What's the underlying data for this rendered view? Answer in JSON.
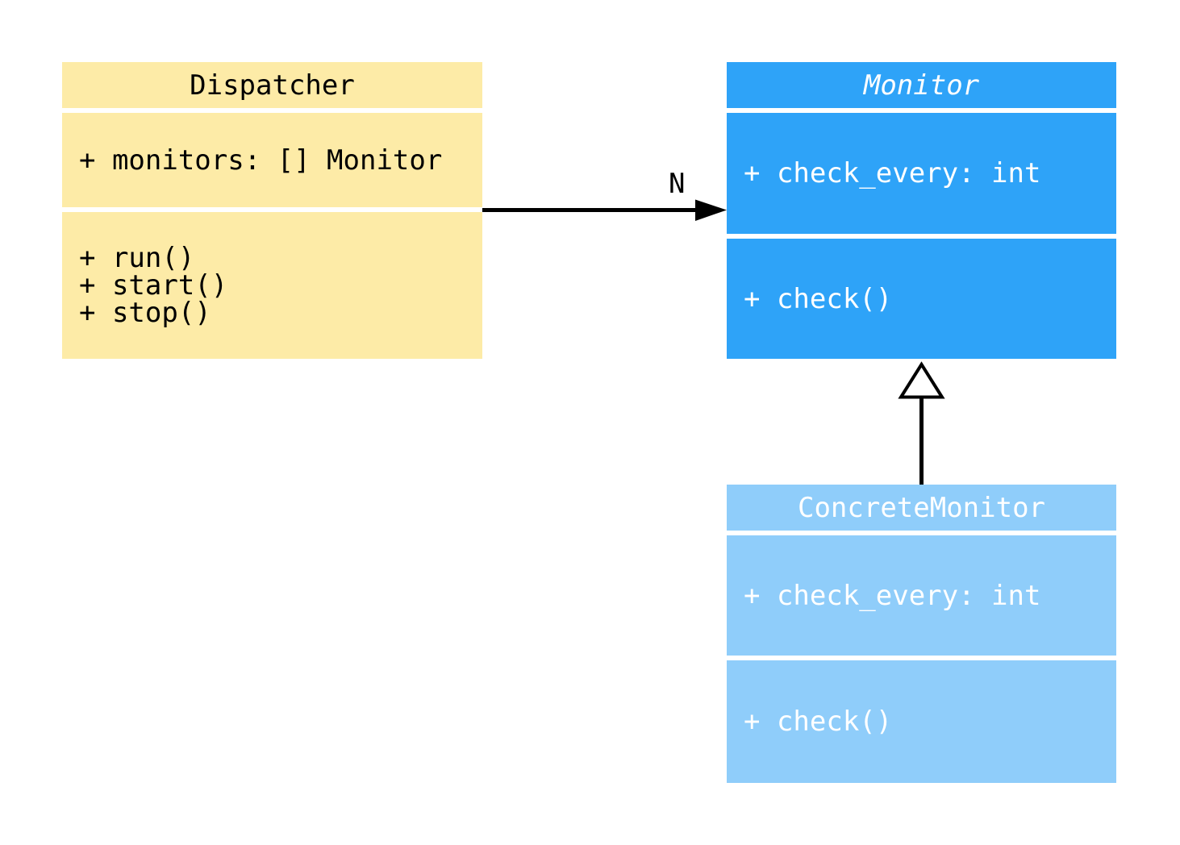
{
  "diagram": {
    "type": "uml-class-diagram",
    "edge_color": "#000000",
    "background": "#ffffff",
    "classes": [
      {
        "id": "dispatcher",
        "name": "Dispatcher",
        "abstract": false,
        "fill": "#FDEBA7",
        "text_color": "#000000",
        "attributes": [
          "+ monitors: [] Monitor"
        ],
        "methods": [
          "+ run()",
          "+ start()",
          "+ stop()"
        ]
      },
      {
        "id": "monitor",
        "name": "Monitor",
        "abstract": true,
        "fill": "#2EA3F8",
        "text_color": "#FFFFFF",
        "attributes": [
          "+ check_every: int"
        ],
        "methods": [
          "+ check()"
        ]
      },
      {
        "id": "concrete-monitor",
        "name": "ConcreteMonitor",
        "abstract": false,
        "fill": "#8FCDFA",
        "text_color": "#FFFFFF",
        "attributes": [
          "+ check_every: int"
        ],
        "methods": [
          "+ check()"
        ]
      }
    ],
    "relations": [
      {
        "type": "association",
        "from": "Dispatcher",
        "to": "Monitor",
        "label": "N"
      },
      {
        "type": "inheritance",
        "from": "ConcreteMonitor",
        "to": "Monitor",
        "label": ""
      }
    ]
  }
}
